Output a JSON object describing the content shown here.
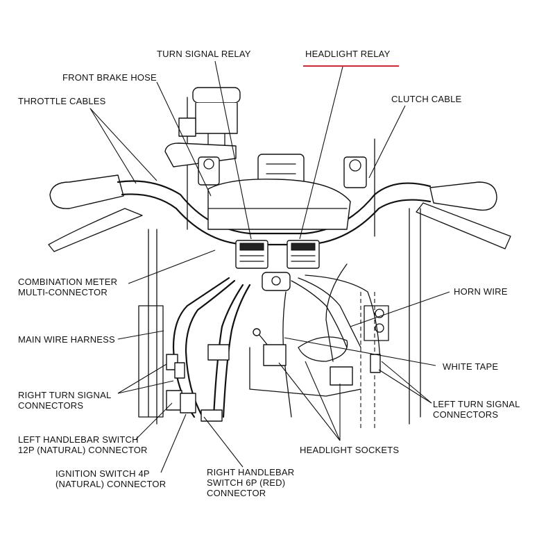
{
  "labels": {
    "turn_signal_relay": "TURN SIGNAL RELAY",
    "headlight_relay": "HEADLIGHT RELAY",
    "front_brake_hose": "FRONT BRAKE HOSE",
    "throttle_cables": "THROTTLE CABLES",
    "clutch_cable": "CLUTCH CABLE",
    "combination_meter_1": "COMBINATION METER",
    "combination_meter_2": "MULTI-CONNECTOR",
    "horn_wire": "HORN WIRE",
    "main_wire_harness": "MAIN WIRE HARNESS",
    "white_tape": "WHITE TAPE",
    "right_turn_signal_1": "RIGHT TURN SIGNAL",
    "right_turn_signal_2": "CONNECTORS",
    "left_turn_signal_1": "LEFT TURN SIGNAL",
    "left_turn_signal_2": "CONNECTORS",
    "left_handlebar_1": "LEFT HANDLEBAR SWITCH",
    "left_handlebar_2": "12P (NATURAL) CONNECTOR",
    "headlight_sockets": "HEADLIGHT SOCKETS",
    "ignition_switch_1": "IGNITION SWITCH 4P",
    "ignition_switch_2": "(NATURAL) CONNECTOR",
    "right_handlebar_1": "RIGHT HANDLEBAR",
    "right_handlebar_2": "SWITCH 6P (RED)",
    "right_handlebar_3": "CONNECTOR"
  },
  "colors": {
    "highlight_underline": "#e8202a",
    "line": "#111111",
    "background": "#ffffff"
  }
}
